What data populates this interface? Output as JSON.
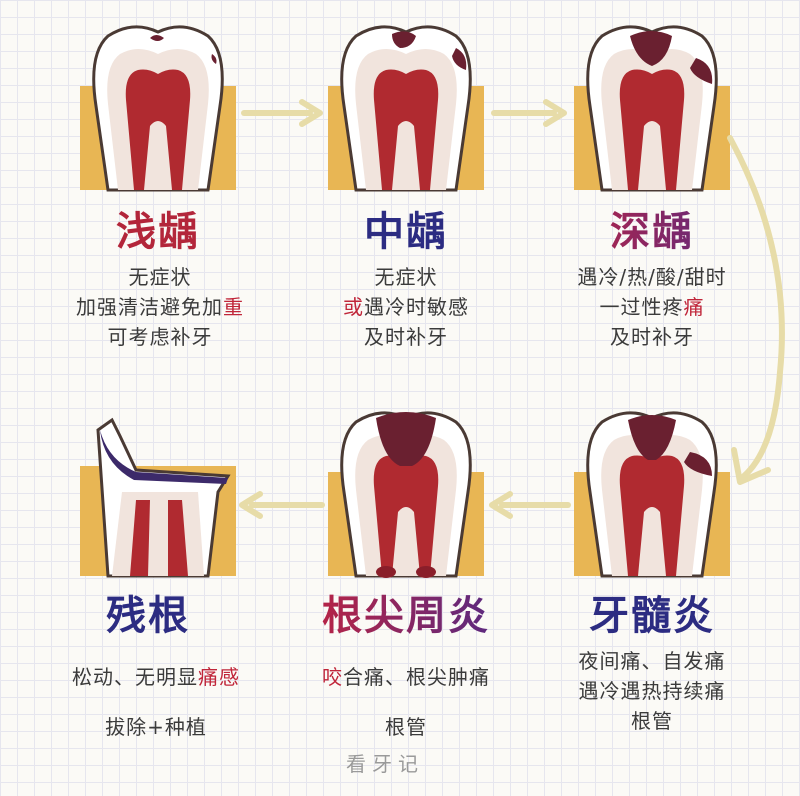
{
  "colors": {
    "enamel": "#ffffff",
    "dentin": "#f1e4dd",
    "pulp": "#b02a30",
    "gum": "#e8b654",
    "arrow": "#e7dca8",
    "decay": "#6a2030"
  },
  "stages": [
    {
      "title": "浅龋",
      "lines": [
        {
          "text": "无症状",
          "red": ""
        },
        {
          "text": "加强清洁避免加",
          "red": "重"
        },
        {
          "text": "可考虑补牙",
          "red": ""
        }
      ]
    },
    {
      "title": "中龋",
      "lines": [
        {
          "text": "无症状",
          "red": ""
        },
        {
          "text": "",
          "red": "或",
          "tail": "遇冷时敏感"
        },
        {
          "text": "及时补牙",
          "red": ""
        }
      ]
    },
    {
      "title": "深龋",
      "lines": [
        {
          "text": "遇冷/热/酸/甜时",
          "red": ""
        },
        {
          "text": "一过性疼",
          "red": "痛"
        },
        {
          "text": "及时补牙",
          "red": ""
        }
      ]
    },
    {
      "title": "牙髓炎",
      "lines": [
        {
          "text": "夜间痛、自发痛",
          "red": ""
        },
        {
          "text": "遇冷遇热持续痛",
          "red": ""
        },
        {
          "text": "根管",
          "red": ""
        }
      ]
    },
    {
      "title": "根尖周炎",
      "lines": [
        {
          "text": "",
          "red": "咬",
          "tail": "合痛、根尖肿痛"
        },
        {
          "text": "根管",
          "red": ""
        }
      ]
    },
    {
      "title": "残根",
      "lines": [
        {
          "text": "松动、无明显",
          "red": "痛感"
        },
        {
          "text": "拔除+种植",
          "red": ""
        }
      ]
    }
  ],
  "watermark": "看牙记"
}
